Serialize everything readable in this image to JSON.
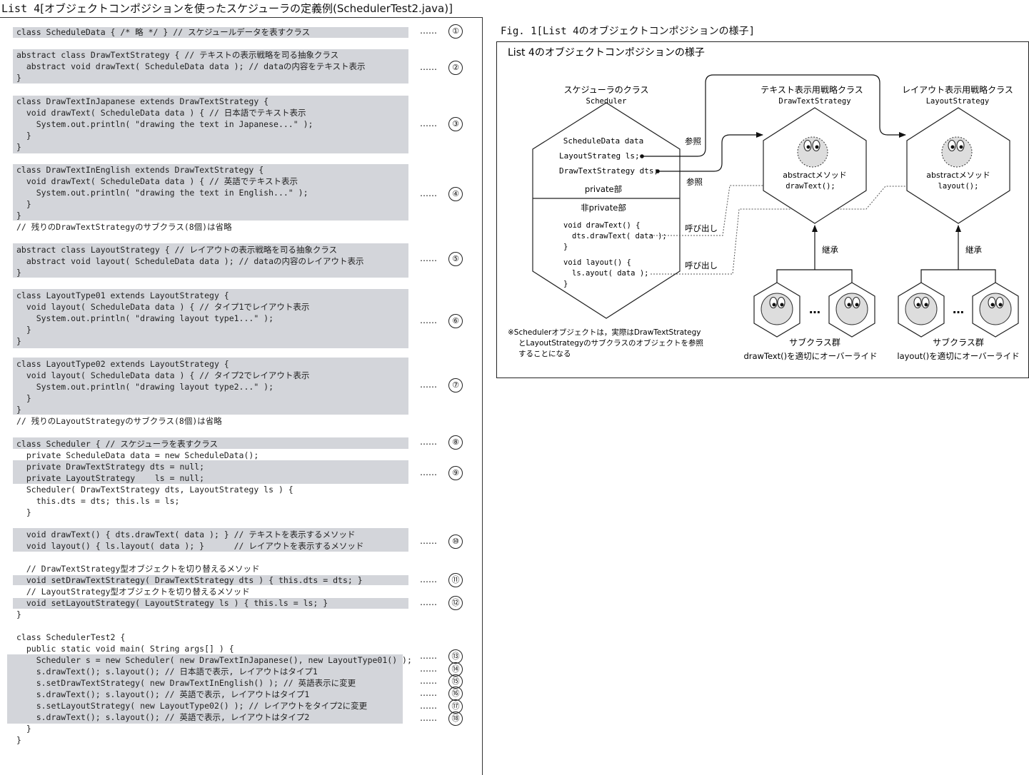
{
  "list_title": {
    "prefix": "List 4",
    "text": "[オブジェクトコンポジションを使ったスケジューラの定義例(SchedulerTest2.java)]"
  },
  "code_lines": [
    "class ScheduleData { /* 略 */ } // スケジュールデータを表すクラス",
    "abstract class DrawTextStrategy { // テキストの表示戦略を司る抽象クラス",
    "  abstract void drawText( ScheduleData data ); // dataの内容をテキスト表示",
    "}",
    "class DrawTextInJapanese extends DrawTextStrategy {",
    "  void drawText( ScheduleData data ) { // 日本語でテキスト表示",
    "    System.out.println( \"drawing the text in Japanese...\" );",
    "  }",
    "}",
    "class DrawTextInEnglish extends DrawTextStrategy {",
    "  void drawText( ScheduleData data ) { // 英語でテキスト表示",
    "    System.out.println( \"drawing the text in English...\" );",
    "  }",
    "}",
    "// 残りのDrawTextStrategyのサブクラス(8個)は省略",
    "abstract class LayoutStrategy { // レイアウトの表示戦略を司る抽象クラス",
    "  abstract void layout( ScheduleData data ); // dataの内容のレイアウト表示",
    "}",
    "class LayoutType01 extends LayoutStrategy {",
    "  void layout( ScheduleData data ) { // タイプ1でレイアウト表示",
    "    System.out.println( \"drawing layout type1...\" );",
    "  }",
    "}",
    "class LayoutType02 extends LayoutStrategy {",
    "  void layout( ScheduleData data ) { // タイプ2でレイアウト表示",
    "    System.out.println( \"drawing layout type2...\" );",
    "  }",
    "}",
    "// 残りのLayoutStrategyのサブクラス(8個)は省略",
    "class Scheduler { // スケジューラを表すクラス",
    "  private ScheduleData data = new ScheduleData();",
    "  private DrawTextStrategy dts = null;",
    "  private LayoutStrategy    ls = null;",
    "  Scheduler( DrawTextStrategy dts, LayoutStrategy ls ) {",
    "    this.dts = dts; this.ls = ls;",
    "  }",
    "  void drawText() { dts.drawText( data ); } // テキストを表示するメソッド",
    "  void layout() { ls.layout( data ); }      // レイアウトを表示するメソッド",
    "  // DrawTextStrategy型オブジェクトを切り替えるメソッド",
    "  void setDrawTextStrategy( DrawTextStrategy dts ) { this.dts = dts; }",
    "  // LayoutStrategy型オブジェクトを切り替えるメソッド",
    "  void setLayoutStrategy( LayoutStrategy ls ) { this.ls = ls; }",
    "}",
    "class SchedulerTest2 {",
    "  public static void main( String args[] ) {",
    "    Scheduler s = new Scheduler( new DrawTextInJapanese(), new LayoutType01() );",
    "    s.drawText(); s.layout(); // 日本語で表示, レイアウトはタイプ1",
    "    s.setDrawTextStrategy( new DrawTextInEnglish() ); // 英語表示に変更",
    "    s.drawText(); s.layout(); // 英語で表示, レイアウトはタイプ1",
    "    s.setLayoutStrategy( new LayoutType02() ); // レイアウトをタイプ2に変更",
    "    s.drawText(); s.layout(); // 英語で表示, レイアウトはタイプ2",
    "  }",
    "}"
  ],
  "markers": {
    "dots": "……",
    "numbers": [
      "①",
      "②",
      "③",
      "④",
      "⑤",
      "⑥",
      "⑦",
      "⑧",
      "⑨",
      "⑩",
      "⑪",
      "⑫",
      "⑬",
      "⑭",
      "⑮",
      "⑯",
      "⑰",
      "⑱"
    ]
  },
  "figure": {
    "title": "Fig. 1[List 4のオブジェクトコンポジションの様子]",
    "box_title": "List 4のオブジェクトコンポジションの様子",
    "scheduler": {
      "heading": "スケジューラのクラス",
      "name": "Scheduler",
      "field1": "ScheduleData data",
      "field2": "LayoutStrateg ls;",
      "field3": "DrawTextStrategy dts;",
      "private_label": "private部",
      "nonprivate_label": "非private部",
      "m1a": "void drawText() {",
      "m1b": "dts.drawText( data );",
      "m1c": "}",
      "m2a": "void layout() {",
      "m2b": "ls.ayout( data );",
      "m2c": "}"
    },
    "labels": {
      "ref1": "参照",
      "ref2": "参照",
      "call1": "呼び出し",
      "call2": "呼び出し",
      "inherit1": "継承",
      "inherit2": "継承"
    },
    "drawtext": {
      "heading": "テキスト表示用戦略クラス",
      "name": "DrawTextStrategy",
      "abstract_label": "abstractメソッド",
      "method": "drawText();"
    },
    "layout": {
      "heading": "レイアウト表示用戦略クラス",
      "name": "LayoutStrategy",
      "abstract_label": "abstractメソッド",
      "method": "layout();"
    },
    "sub1": {
      "label": "サブクラス群",
      "desc": "drawText()を適切にオーバーライド"
    },
    "sub2": {
      "label": "サブクラス群",
      "desc": "layout()を適切にオーバーライド"
    },
    "ellipsis": "…",
    "note1": "※Schedulerオブジェクトは，実際はDrawTextStrategy",
    "note2": "とLayoutStrategyのサブクラスのオブジェクトを参照",
    "note3": "することになる"
  }
}
